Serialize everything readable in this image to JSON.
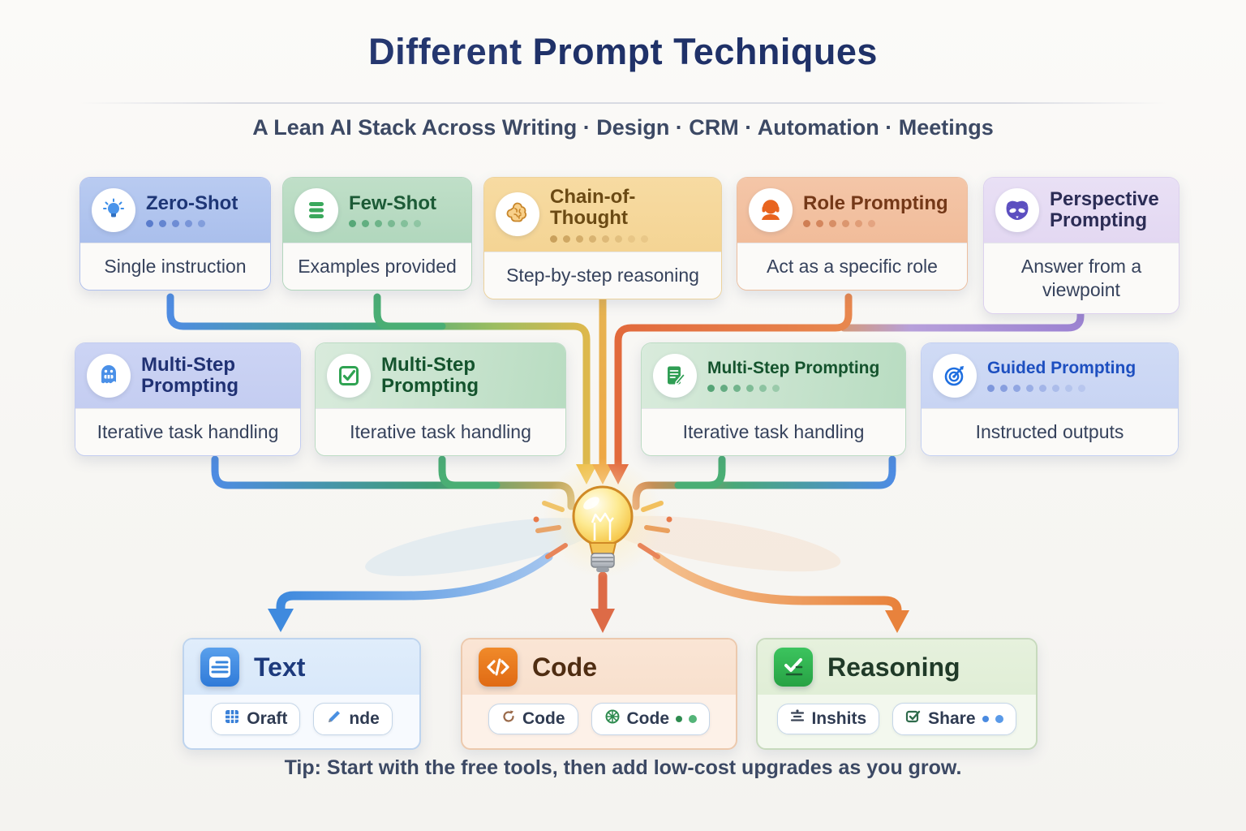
{
  "header": {
    "title_light": "Different",
    "title_bold": "Prompt Techniques",
    "subtitle": "A Lean AI Stack Across Writing · Design · CRM · Automation · Meetings"
  },
  "top_row": [
    {
      "title": "Zero-Shot",
      "description": "Single instruction",
      "icon": "lightbulb-icon",
      "dots": 5,
      "accent": "#4a7fd6"
    },
    {
      "title": "Few-Shot",
      "description": "Examples provided",
      "icon": "list-icon",
      "dots": 6,
      "accent": "#3aa85c"
    },
    {
      "title": "Chain-of-Thought",
      "description": "Step-by-step reasoning",
      "icon": "brain-icon",
      "dots": 8,
      "accent": "#d99a33"
    },
    {
      "title": "Role Prompting",
      "description": "Act as a specific role",
      "icon": "headset-icon",
      "dots": 6,
      "accent": "#e06a28"
    },
    {
      "title": "Perspective Prompting",
      "description": "Answer from a viewpoint",
      "icon": "mask-icon",
      "dots": 0,
      "accent": "#6a5acd"
    }
  ],
  "mid_row": [
    {
      "title": "Multi-Step Prompting",
      "description": "Iterative task handling",
      "icon": "robot-icon",
      "dots": 0,
      "accent": "#4a90e8"
    },
    {
      "title": "Multi-Step Prompting",
      "description": "Iterative task handling",
      "icon": "checkbox-icon",
      "dots": 0,
      "accent": "#2fa352"
    },
    {
      "title": "Multi-Step Prompting",
      "description": "Iterative task handling",
      "icon": "document-edit-icon",
      "dots": 6,
      "accent": "#2f9e54"
    },
    {
      "title": "Guided Prompting",
      "description": "Instructed outputs",
      "icon": "target-icon",
      "dots": 8,
      "accent": "#1f6fe0"
    }
  ],
  "center": {
    "icon": "lightbulb-idea-icon"
  },
  "outputs": [
    {
      "title": "Text",
      "icon": "text-doc-icon",
      "accent": "#3584dc",
      "buttons": [
        {
          "label": "Oraft",
          "icon": "table-icon"
        },
        {
          "label": "nde",
          "icon": "pencil-icon"
        }
      ]
    },
    {
      "title": "Code",
      "icon": "code-icon",
      "accent": "#e87722",
      "buttons": [
        {
          "label": "Code",
          "icon": "loop-icon"
        },
        {
          "label": "Code",
          "icon": "wheel-icon",
          "status_dots": 2
        }
      ]
    },
    {
      "title": "Reasoning",
      "icon": "checklist-icon",
      "accent": "#2fae4c",
      "buttons": [
        {
          "label": "Inshits",
          "icon": "sliders-icon"
        },
        {
          "label": "Share",
          "icon": "share-check-icon",
          "status_dots": 2
        }
      ]
    }
  ],
  "tip": "Tip: Start with the free tools, then add low-cost upgrades as you grow.",
  "colors": {
    "title": "#25376f",
    "subtitle": "#3c4964",
    "body_text": "#36425c",
    "blue": "#4a8fe0",
    "green": "#45a878",
    "amber": "#e8b54a",
    "orange": "#e8824a",
    "red_orange": "#dd6b47",
    "purple": "#9f85d4"
  }
}
